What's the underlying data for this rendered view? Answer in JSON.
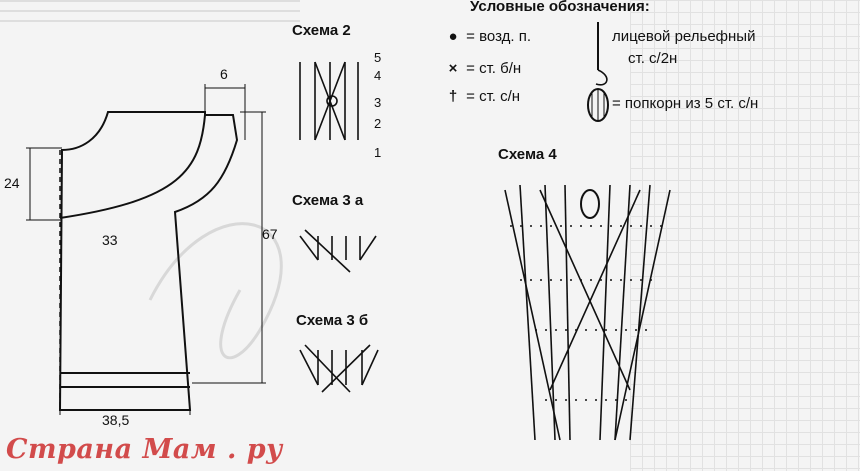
{
  "legend": {
    "title": "Условные обозначения:",
    "items": [
      {
        "symbol": "●",
        "text": "= возд. п."
      },
      {
        "symbol": "×",
        "text": "= ст. б/н"
      },
      {
        "symbol": "†",
        "text": "= ст. с/н"
      },
      {
        "symbol": "raised-dc-icon",
        "text": "лицевой рельефный",
        "text2": "ст. с/2н"
      },
      {
        "symbol": "popcorn-icon",
        "text": "= попкорн из 5 ст. с/н"
      }
    ]
  },
  "schemes": {
    "s2": {
      "title": "Схема 2",
      "rows": [
        "5",
        "4",
        "3",
        "2",
        "1"
      ]
    },
    "s3a": {
      "title": "Схема 3 а"
    },
    "s3b": {
      "title": "Схема 3 б"
    },
    "s4": {
      "title": "Схема 4"
    }
  },
  "pattern": {
    "dims": {
      "top": "6",
      "sleeve": "24",
      "width": "33",
      "height": "67",
      "bottom": "38,5"
    }
  },
  "footer": {
    "watermark": "Страна Мам . ру"
  }
}
